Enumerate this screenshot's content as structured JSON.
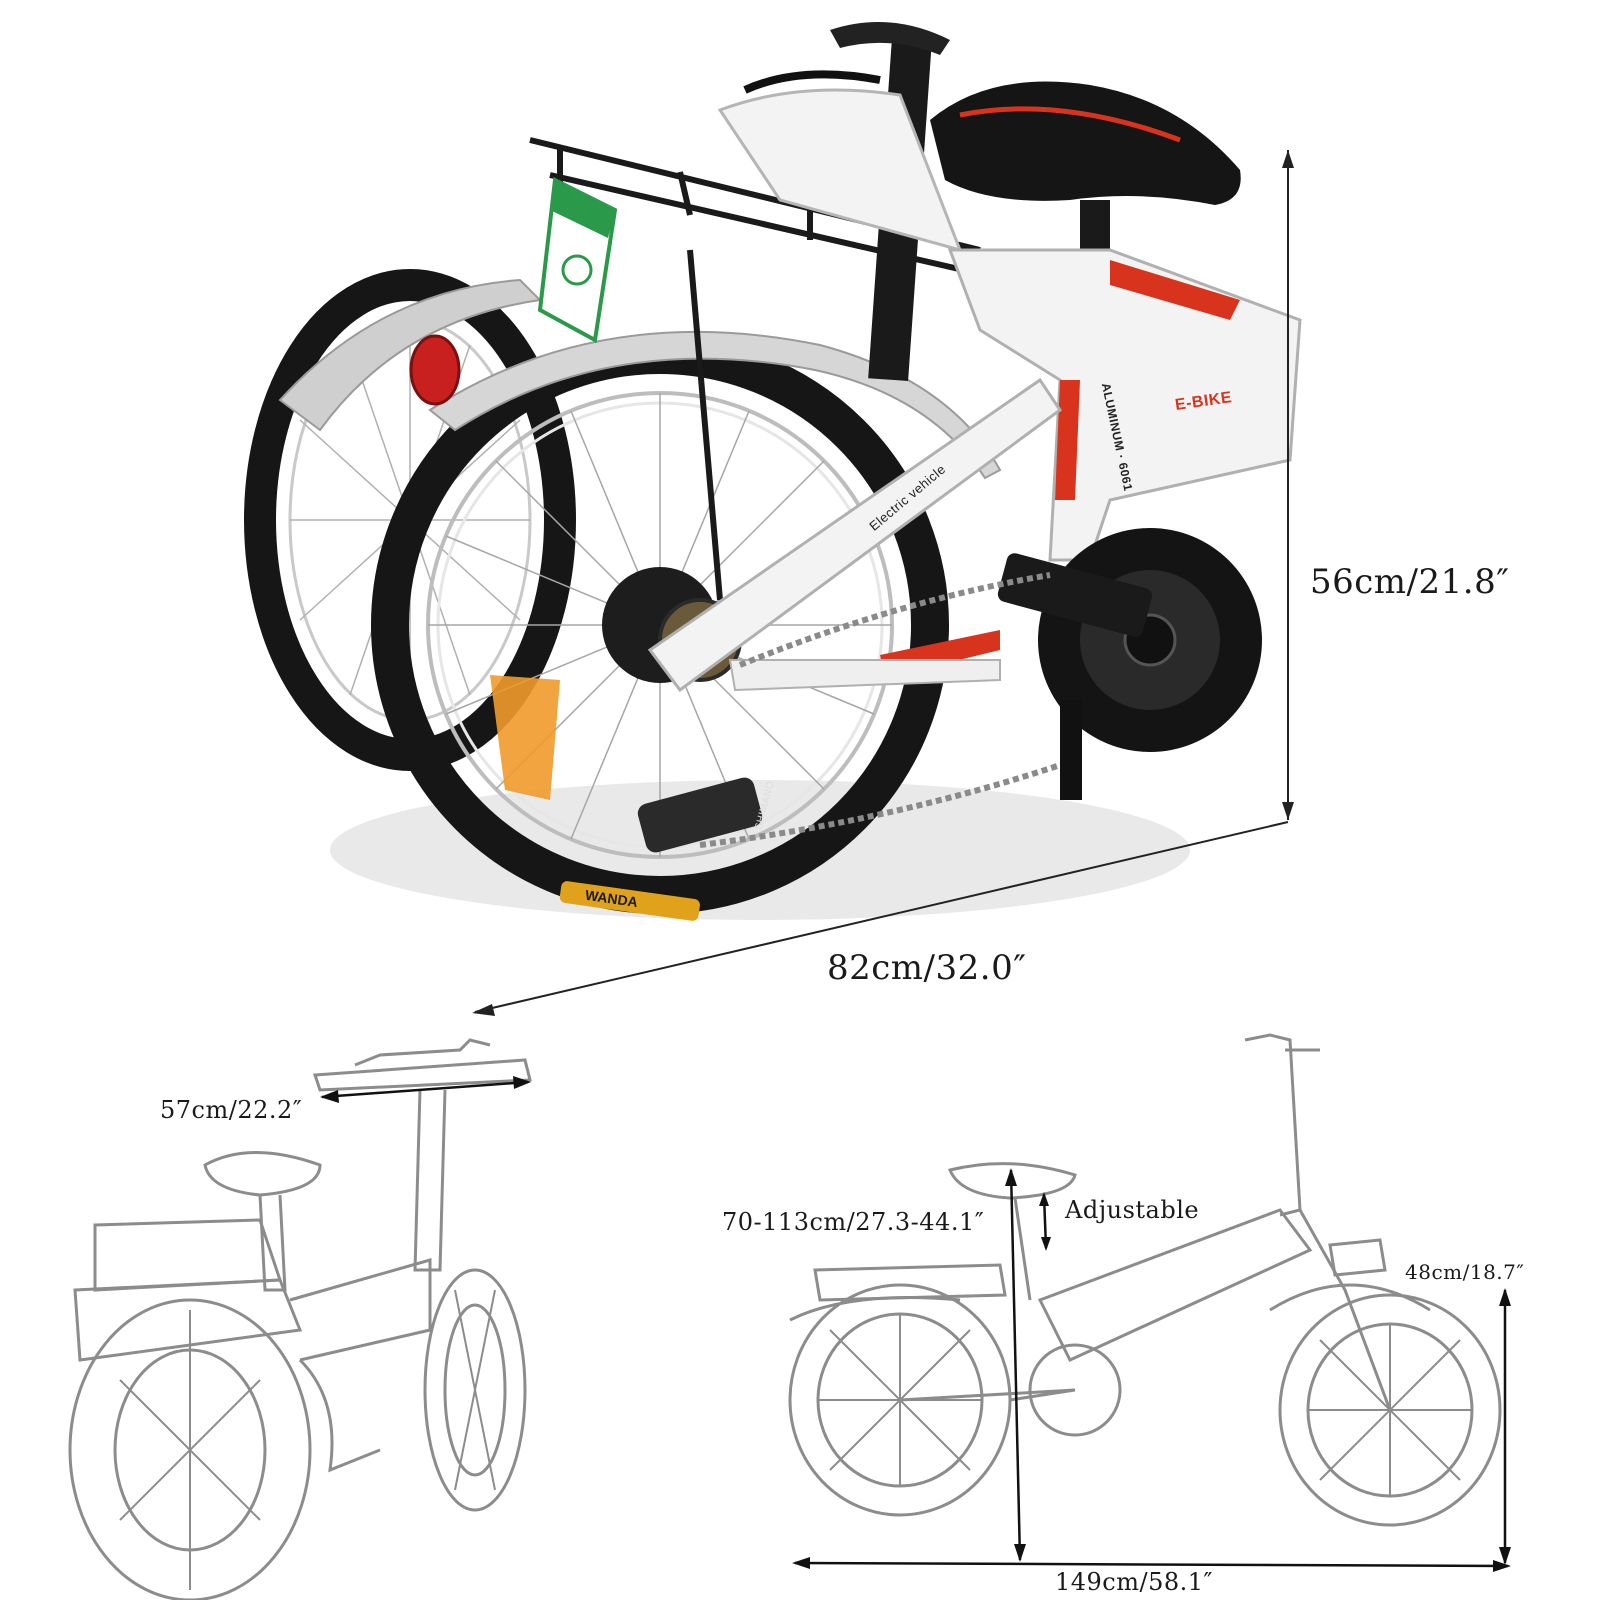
{
  "dimensions": {
    "folded_height": "56cm/21.8″",
    "folded_length": "82cm/32.0″",
    "handlebar_width": "57cm/22.2″",
    "seat_height": "70-113cm/27.3-44.1″",
    "seat_adjust_note": "Adjustable",
    "wheel_height": "48cm/18.7″",
    "total_length": "149cm/58.1″"
  },
  "bike_markings": {
    "brand_badge": "E-BIKE",
    "frame_text": "ALUMINUM · 6061",
    "frame_slogan": "Electric vehicle",
    "tire_brand": "WANDA",
    "derailleur_brand": "SHIMANO"
  },
  "colors": {
    "frame": "#f3f3f3",
    "accent": "#d8331c",
    "tire": "#161616",
    "sketch_stroke": "#8c8c8c"
  }
}
